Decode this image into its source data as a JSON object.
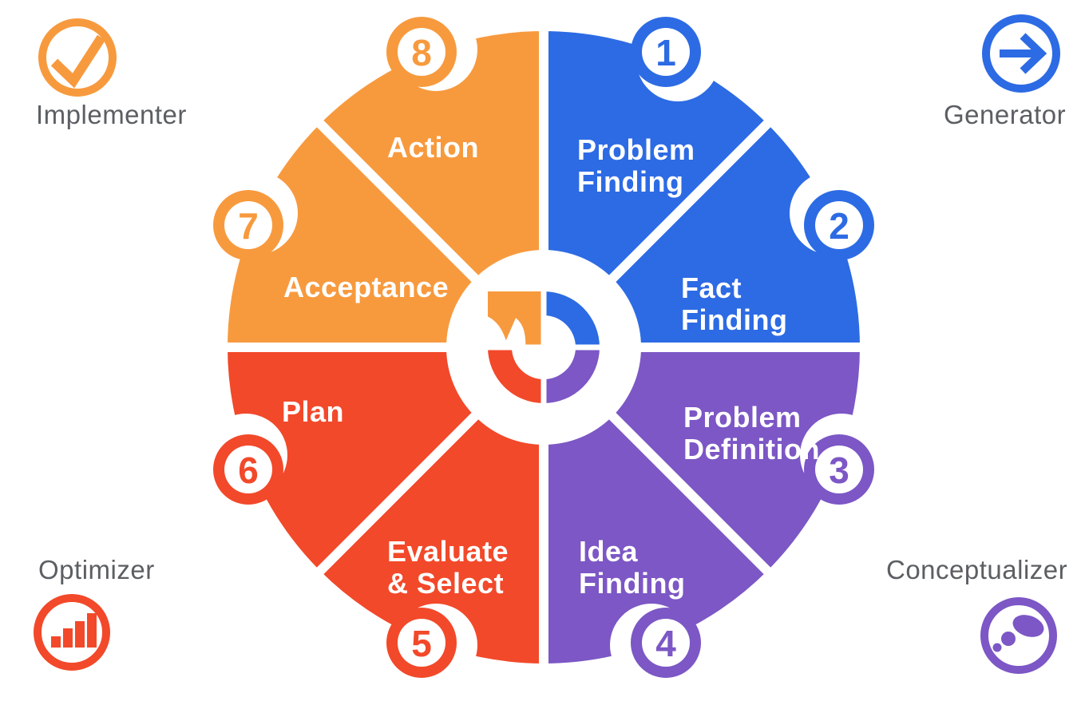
{
  "colors": {
    "blue": "#2d6be4",
    "purple": "#7c57c5",
    "red": "#f2492a",
    "orange": "#f79a3e",
    "corner_text": "#5b5f63",
    "wheel_text": "#ffffff",
    "background": "#ffffff"
  },
  "corners": {
    "top_left": {
      "label": "Implementer",
      "icon": "check-icon"
    },
    "top_right": {
      "label": "Generator",
      "icon": "arrow-right-icon"
    },
    "bottom_left": {
      "label": "Optimizer",
      "icon": "bar-chart-icon"
    },
    "bottom_right": {
      "label": "Conceptualizer",
      "icon": "thought-bubbles-icon"
    }
  },
  "wheel": {
    "center_icon": "circular-process-arrow-logo",
    "steps": [
      {
        "number": "1",
        "label": "Problem\nFinding",
        "color_key": "blue"
      },
      {
        "number": "2",
        "label": "Fact\nFinding",
        "color_key": "blue"
      },
      {
        "number": "3",
        "label": "Problem\nDefinition",
        "color_key": "purple"
      },
      {
        "number": "4",
        "label": "Idea\nFinding",
        "color_key": "purple"
      },
      {
        "number": "5",
        "label": "Evaluate\n& Select",
        "color_key": "red"
      },
      {
        "number": "6",
        "label": "Plan",
        "color_key": "red"
      },
      {
        "number": "7",
        "label": "Acceptance",
        "color_key": "orange"
      },
      {
        "number": "8",
        "label": "Action",
        "color_key": "orange"
      }
    ]
  }
}
